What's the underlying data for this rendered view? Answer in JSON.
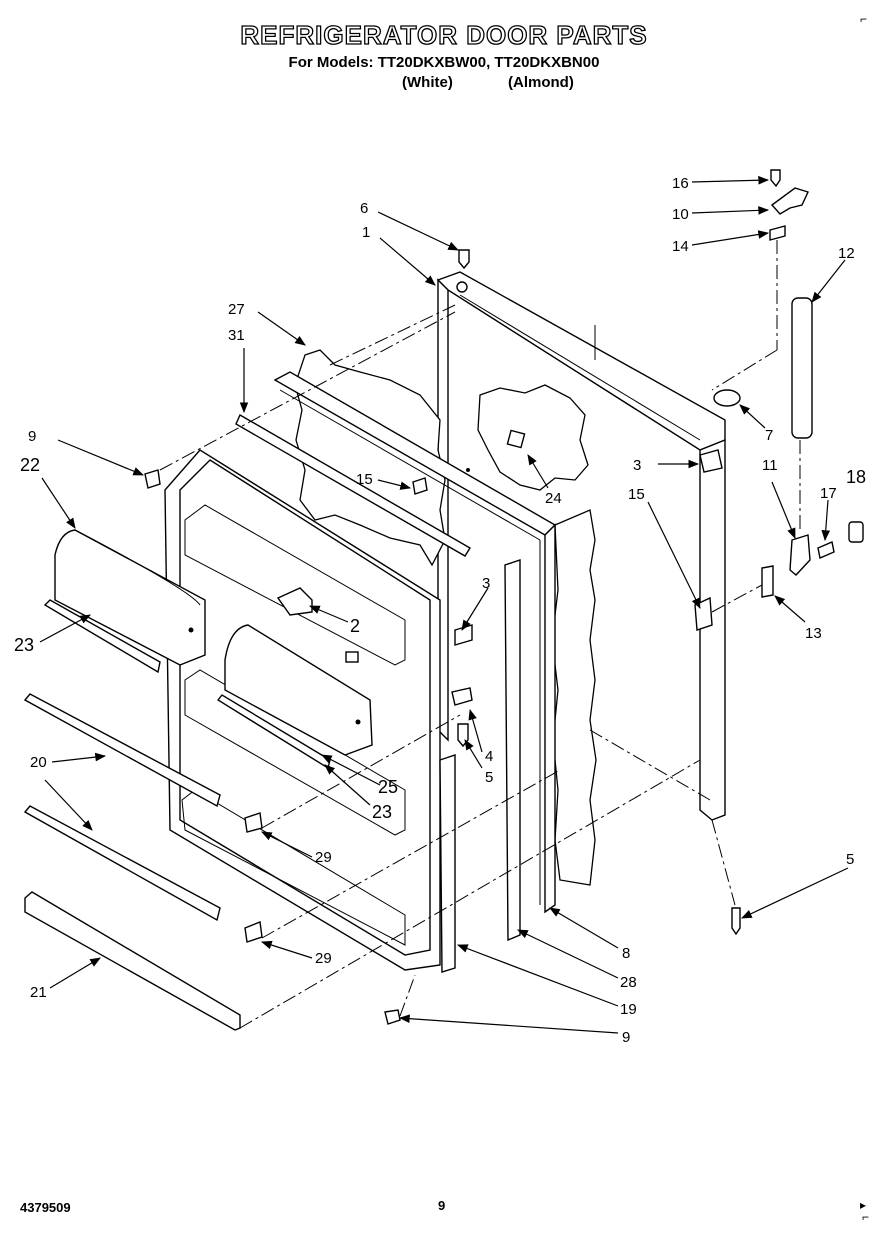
{
  "header": {
    "title": "REFRIGERATOR DOOR PARTS",
    "models_line": "For Models: TT20DKXBW00, TT20DKXBN00",
    "variant_white": "(White)",
    "variant_almond": "(Almond)"
  },
  "footer": {
    "doc_number": "4379509",
    "page_number": "9"
  },
  "callouts": {
    "c1": "1",
    "c2": "2",
    "c3a": "3",
    "c3b": "3",
    "c4": "4",
    "c5a": "5",
    "c5b": "5",
    "c6": "6",
    "c7": "7",
    "c8": "8",
    "c9a": "9",
    "c9b": "9",
    "c10": "10",
    "c11": "11",
    "c12": "12",
    "c13": "13",
    "c14": "14",
    "c15a": "15",
    "c15b": "15",
    "c16": "16",
    "c17": "17",
    "c18": "18",
    "c19": "19",
    "c20": "20",
    "c21": "21",
    "c22": "22",
    "c23a": "23",
    "c23b": "23",
    "c24": "24",
    "c25": "25",
    "c27": "27",
    "c28": "28",
    "c29a": "29",
    "c29b": "29",
    "c31": "31"
  }
}
